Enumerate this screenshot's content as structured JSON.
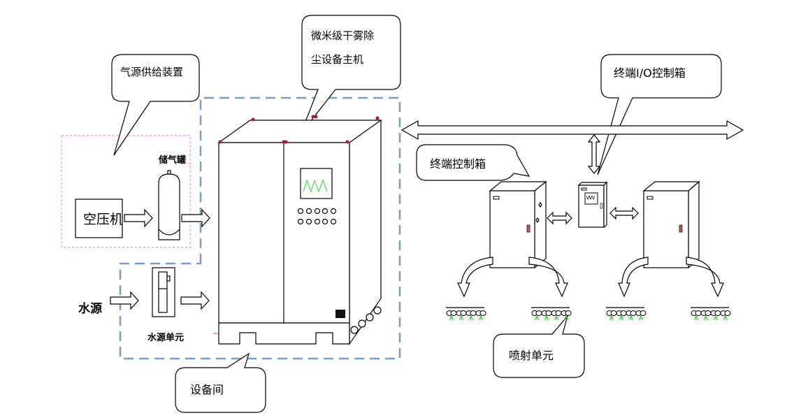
{
  "callouts": {
    "air_supply": "气源供给装置",
    "host_line1": "微米级干雾除",
    "host_line2": "尘设备主机",
    "io_box": "终端I/O控制箱",
    "terminal_box": "终端控制箱",
    "spray_unit": "喷射单元",
    "equipment_room": "设备间"
  },
  "components": {
    "compressor": "空压机",
    "air_tank": "储气罐",
    "water_source": "水源",
    "water_unit": "水源单元"
  },
  "colors": {
    "equipment_room_border": "#7a9cc4",
    "air_supply_border": "#e070e0",
    "screen_wave": "#33cc33",
    "spray": "#33cc33"
  }
}
